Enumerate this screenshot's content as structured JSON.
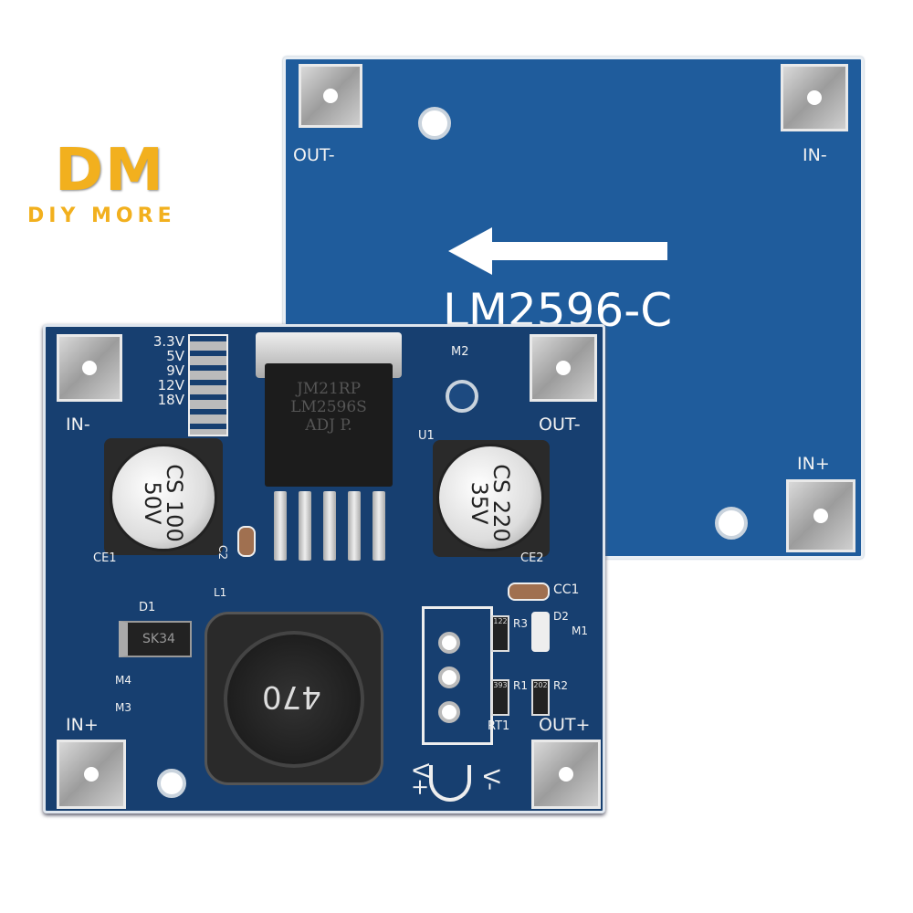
{
  "brand": {
    "logo_text": "DM",
    "name": "DIY MORE",
    "color": "#f2b01e"
  },
  "back_board": {
    "color": "#1f5c9c",
    "labels": {
      "out_minus": "OUT-",
      "in_minus": "IN-",
      "in_plus": "IN+"
    },
    "model": "LM2596-C",
    "arrow": "arrow-left-icon"
  },
  "front_board": {
    "color": "#173f70",
    "labels": {
      "in_minus": "IN-",
      "out_minus": "OUT-",
      "in_plus": "IN+",
      "out_plus": "OUT+",
      "u1": "U1",
      "m2": "M2",
      "ce1": "CE1",
      "ce2": "CE2",
      "l1": "L1",
      "d1": "D1",
      "m4": "M4",
      "m3": "M3",
      "cc1": "CC1",
      "r3": "R3",
      "d2": "D2",
      "m1": "M1",
      "r1": "R1",
      "r2": "R2",
      "rt1": "RT1",
      "c2": "C2",
      "v_plus": "V+",
      "v_minus": "V-"
    },
    "voltages": [
      "3.3V",
      "5V",
      "9V",
      "12V",
      "18V"
    ],
    "chip": {
      "line1": "JM21RP",
      "line2": "LM2596S",
      "line3": "ADJ  P."
    },
    "cap1": {
      "line1": "CS",
      "line2": "100",
      "line3": "50V"
    },
    "cap2": {
      "line1": "CS",
      "line2": "220",
      "line3": "35V"
    },
    "inductor": "470",
    "diode": "SK34",
    "resistors": {
      "r3": "122",
      "r1": "393",
      "r2": "202"
    }
  }
}
